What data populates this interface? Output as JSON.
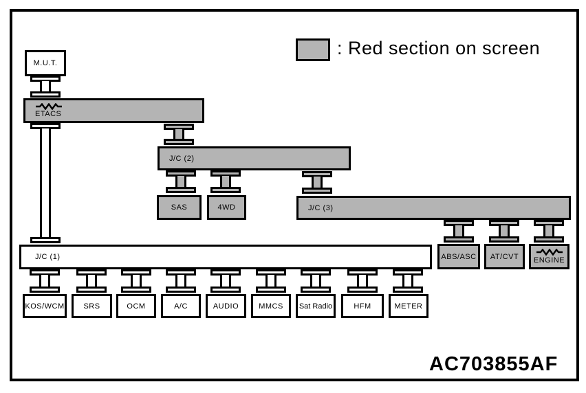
{
  "legend": {
    "swatch_meaning": "red-section-swatch",
    "label": ": Red section on screen"
  },
  "footer": {
    "code": "AC703855AF"
  },
  "colors": {
    "red_section_fill": "#b4b4b4",
    "white_section_fill": "#ffffff",
    "line": "#000000"
  },
  "nodes": {
    "mut": {
      "label": "M.U.T."
    },
    "etacs": {
      "label": "ETACS",
      "icon": "resistor-icon"
    },
    "jc2": {
      "label": "J/C (2)"
    },
    "sas": {
      "label": "SAS"
    },
    "fourwd": {
      "label": "4WD"
    },
    "jc3": {
      "label": "J/C (3)"
    },
    "abs_asc": {
      "label": "ABS/ASC"
    },
    "at_cvt": {
      "label": "AT/CVT"
    },
    "engine": {
      "label": "ENGINE",
      "icon": "resistor-icon"
    },
    "jc1": {
      "label": "J/C (1)"
    },
    "bottom_row": [
      {
        "label": "KOS/WCM"
      },
      {
        "label": "SRS"
      },
      {
        "label": "OCM"
      },
      {
        "label": "A/C"
      },
      {
        "label": "AUDIO"
      },
      {
        "label": "MMCS"
      },
      {
        "label": "Sat Radio"
      },
      {
        "label": "HFM"
      },
      {
        "label": "METER"
      }
    ]
  }
}
